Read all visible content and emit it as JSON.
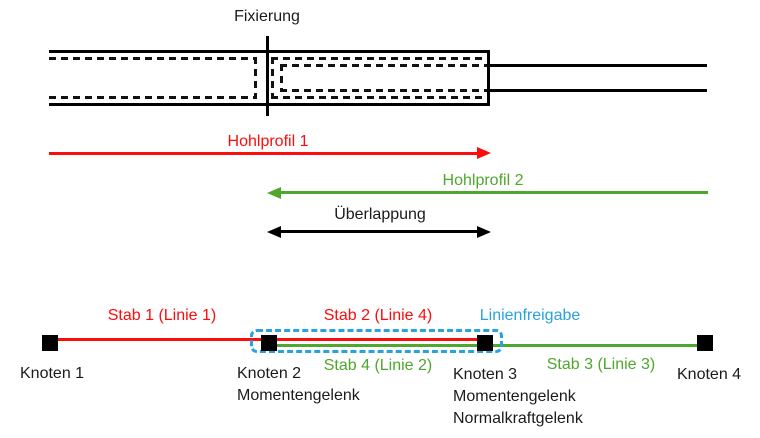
{
  "colors": {
    "red": "#fb0d0d",
    "green": "#4ea72e",
    "blue": "#29a3dc",
    "black": "#1b1b1b"
  },
  "top_diagram": {
    "fixierung_label": "Fixierung",
    "hohlprofil1_label": "Hohlprofil 1",
    "hohlprofil2_label": "Hohlprofil 2",
    "ueberlappung_label": "Überlappung"
  },
  "model": {
    "members": [
      {
        "label": "Stab 1 (Linie 1)",
        "color": "red"
      },
      {
        "label": "Stab 2 (Linie 4)",
        "color": "red"
      },
      {
        "label": "Stab 3 (Linie 3)",
        "color": "green"
      },
      {
        "label": "Stab 4 (Linie 2)",
        "color": "green"
      }
    ],
    "release_label": "Linienfreigabe",
    "nodes": [
      {
        "name": "Knoten 1"
      },
      {
        "name": "Knoten 2",
        "note1": "Momentengelenk"
      },
      {
        "name": "Knoten 3",
        "note1": "Momentengelenk",
        "note2": "Normalkraftgelenk"
      },
      {
        "name": "Knoten 4"
      }
    ]
  }
}
